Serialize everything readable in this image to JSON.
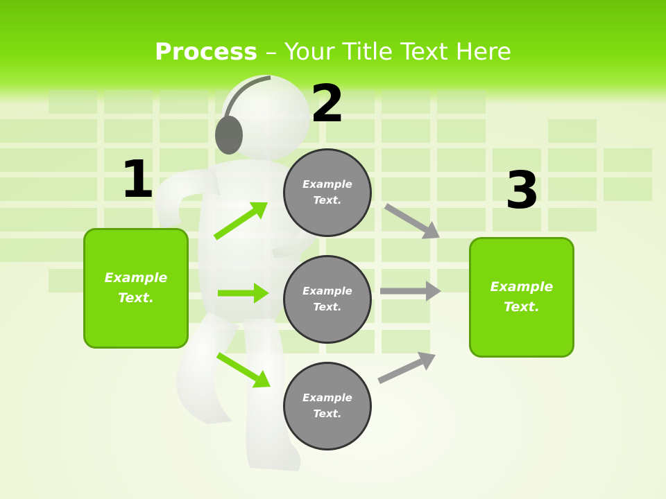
{
  "slide": {
    "title_bold": "Process",
    "title_rest": " – Your Title Text Here"
  },
  "steps": {
    "step1": {
      "number": "1",
      "label": "Example\nText."
    },
    "step2": {
      "number": "2",
      "items": [
        "Example\nText.",
        "Example\nText.",
        "Example\nText."
      ]
    },
    "step3": {
      "number": "3",
      "label": "Example\nText."
    }
  },
  "colors": {
    "accent_green": "#7dd70f",
    "circle_gray": "#8e8e8e",
    "arrow_green": "#7dd70f",
    "arrow_gray": "#999999"
  }
}
